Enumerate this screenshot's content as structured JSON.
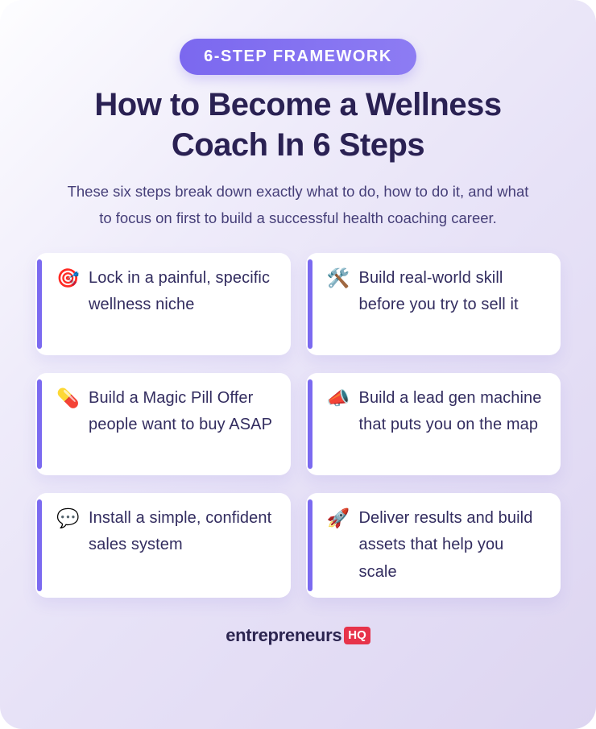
{
  "page": {
    "badge_label": "6-STEP FRAMEWORK",
    "title": "How to Become a Wellness Coach In 6 Steps",
    "subtitle": "These six steps break down exactly what to do, how to do it, and what to focus on first to build a successful health coaching career."
  },
  "cards": [
    {
      "icon": "🎯",
      "icon_name": "target-dart-icon",
      "text": "Lock in a painful, specific wellness niche"
    },
    {
      "icon": "🛠️",
      "icon_name": "hammer-wrench-icon",
      "text": "Build real-world skill before you try to sell it"
    },
    {
      "icon": "💊",
      "icon_name": "pill-icon",
      "text": "Build a Magic Pill Offer people want to buy ASAP"
    },
    {
      "icon": "📣",
      "icon_name": "megaphone-icon",
      "text": "Build a lead gen machine that puts you on the map"
    },
    {
      "icon": "💬",
      "icon_name": "speech-balloon-icon",
      "text": "Install a simple, confident sales system"
    },
    {
      "icon": "🚀",
      "icon_name": "rocket-icon",
      "text": "Deliver results and build assets that help you scale"
    }
  ],
  "footer": {
    "logo_text": "entrepreneurs",
    "logo_badge": "HQ"
  },
  "colors": {
    "accent_purple": "#7b6af0",
    "badge_gradient_start": "#7b68ef",
    "badge_gradient_end": "#8d7cf3",
    "title_navy": "#2a2153",
    "subtitle_indigo": "#453e78",
    "card_text_navy": "#322c5f",
    "logo_red": "#e7334a",
    "background_lavender": "#e7e2f7"
  }
}
